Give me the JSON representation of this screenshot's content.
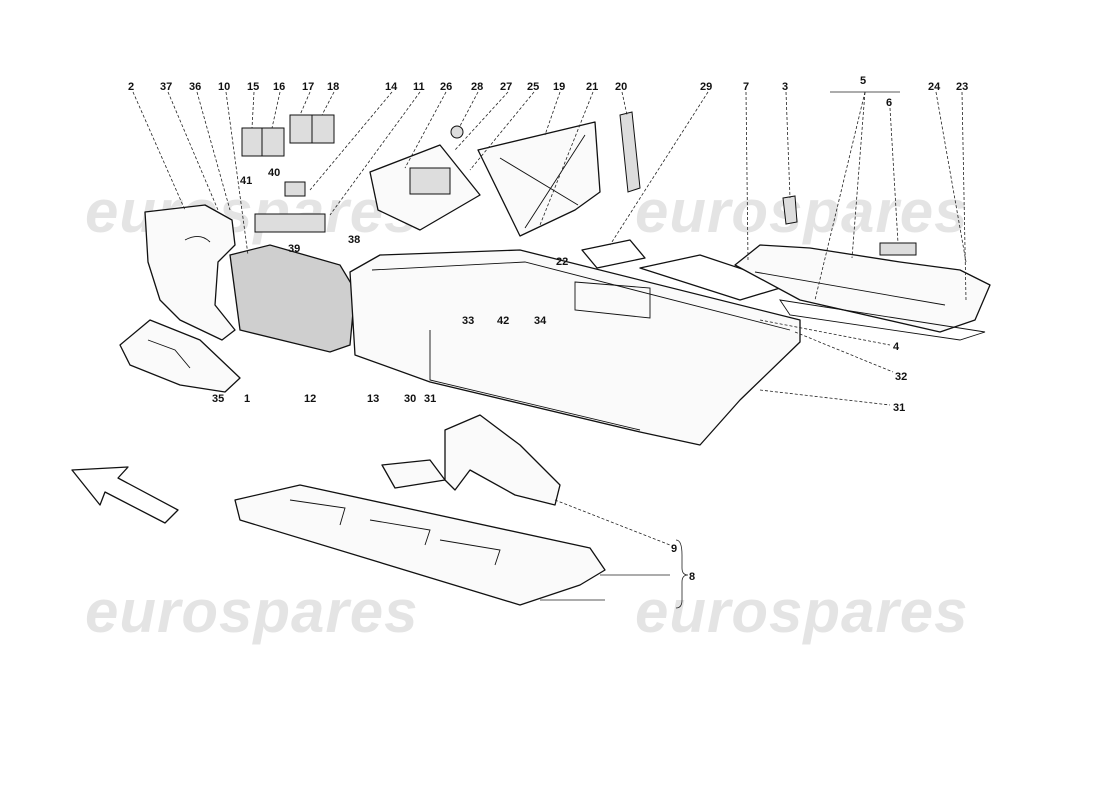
{
  "watermark": {
    "text": "eurospares"
  },
  "labels": [
    {
      "id": "l2",
      "text": "2"
    },
    {
      "id": "l37",
      "text": "37"
    },
    {
      "id": "l36",
      "text": "36"
    },
    {
      "id": "l10",
      "text": "10"
    },
    {
      "id": "l15",
      "text": "15"
    },
    {
      "id": "l16",
      "text": "16"
    },
    {
      "id": "l17",
      "text": "17"
    },
    {
      "id": "l18",
      "text": "18"
    },
    {
      "id": "l14",
      "text": "14"
    },
    {
      "id": "l11",
      "text": "11"
    },
    {
      "id": "l26",
      "text": "26"
    },
    {
      "id": "l28",
      "text": "28"
    },
    {
      "id": "l27",
      "text": "27"
    },
    {
      "id": "l25",
      "text": "25"
    },
    {
      "id": "l19",
      "text": "19"
    },
    {
      "id": "l21",
      "text": "21"
    },
    {
      "id": "l20",
      "text": "20"
    },
    {
      "id": "l29",
      "text": "29"
    },
    {
      "id": "l7",
      "text": "7"
    },
    {
      "id": "l3",
      "text": "3"
    },
    {
      "id": "l5",
      "text": "5"
    },
    {
      "id": "l6",
      "text": "6"
    },
    {
      "id": "l24",
      "text": "24"
    },
    {
      "id": "l23",
      "text": "23"
    },
    {
      "id": "l40",
      "text": "40"
    },
    {
      "id": "l41",
      "text": "41"
    },
    {
      "id": "l39",
      "text": "39"
    },
    {
      "id": "l38",
      "text": "38"
    },
    {
      "id": "l22",
      "text": "22"
    },
    {
      "id": "l33",
      "text": "33"
    },
    {
      "id": "l42",
      "text": "42"
    },
    {
      "id": "l34",
      "text": "34"
    },
    {
      "id": "l4",
      "text": "4"
    },
    {
      "id": "l32",
      "text": "32"
    },
    {
      "id": "l31a",
      "text": "31"
    },
    {
      "id": "l35",
      "text": "35"
    },
    {
      "id": "l1",
      "text": "1"
    },
    {
      "id": "l12",
      "text": "12"
    },
    {
      "id": "l13",
      "text": "13"
    },
    {
      "id": "l30",
      "text": "30"
    },
    {
      "id": "l31b",
      "text": "31"
    },
    {
      "id": "l9",
      "text": "9"
    },
    {
      "id": "l8",
      "text": "8"
    }
  ]
}
